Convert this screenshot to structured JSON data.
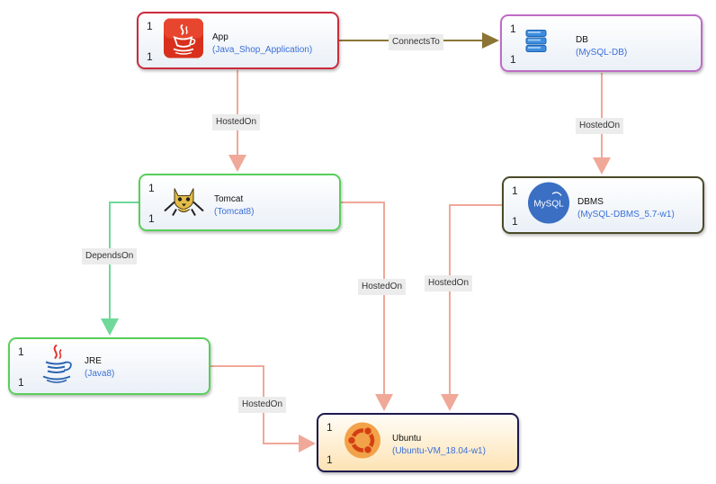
{
  "nodes": {
    "app": {
      "mult_top": "1",
      "mult_bottom": "1",
      "title": "App",
      "subtitle": "(Java_Shop_Application)",
      "icon": "java-icon",
      "border": "#cc2a3e"
    },
    "db": {
      "mult_top": "1",
      "mult_bottom": "1",
      "title": "DB",
      "subtitle": "(MySQL-DB)",
      "icon": "database-icon",
      "border": "#bf6bc7"
    },
    "tomcat": {
      "mult_top": "1",
      "mult_bottom": "1",
      "title": "Tomcat",
      "subtitle": "(Tomcat8)",
      "icon": "tomcat-icon",
      "border": "#58cf5a"
    },
    "dbms": {
      "mult_top": "1",
      "mult_bottom": "1",
      "title": "DBMS",
      "subtitle": "(MySQL-DBMS_5.7-w1)",
      "icon": "mysql-icon",
      "border": "#4a4a2a"
    },
    "jre": {
      "mult_top": "1",
      "mult_bottom": "1",
      "title": "JRE",
      "subtitle": "(Java8)",
      "icon": "java-icon",
      "border": "#58cf5a"
    },
    "ubuntu": {
      "mult_top": "1",
      "mult_bottom": "1",
      "title": "Ubuntu",
      "subtitle": "(Ubuntu-VM_18.04-w1)",
      "icon": "ubuntu-icon",
      "border": "#1e1a4e"
    }
  },
  "edges": [
    {
      "from": "App",
      "to": "DB",
      "label": "ConnectsTo",
      "color": "#8c7434"
    },
    {
      "from": "App",
      "to": "Tomcat",
      "label": "HostedOn",
      "color": "#f0a898"
    },
    {
      "from": "DB",
      "to": "DBMS",
      "label": "HostedOn",
      "color": "#f0a898"
    },
    {
      "from": "Tomcat",
      "to": "JRE",
      "label": "DependsOn",
      "color": "#6ed99a"
    },
    {
      "from": "Tomcat",
      "to": "Ubuntu",
      "label": "HostedOn",
      "color": "#f0a898"
    },
    {
      "from": "DBMS",
      "to": "Ubuntu",
      "label": "HostedOn",
      "color": "#f0a898"
    },
    {
      "from": "JRE",
      "to": "Ubuntu",
      "label": "HostedOn",
      "color": "#f0a898"
    }
  ]
}
